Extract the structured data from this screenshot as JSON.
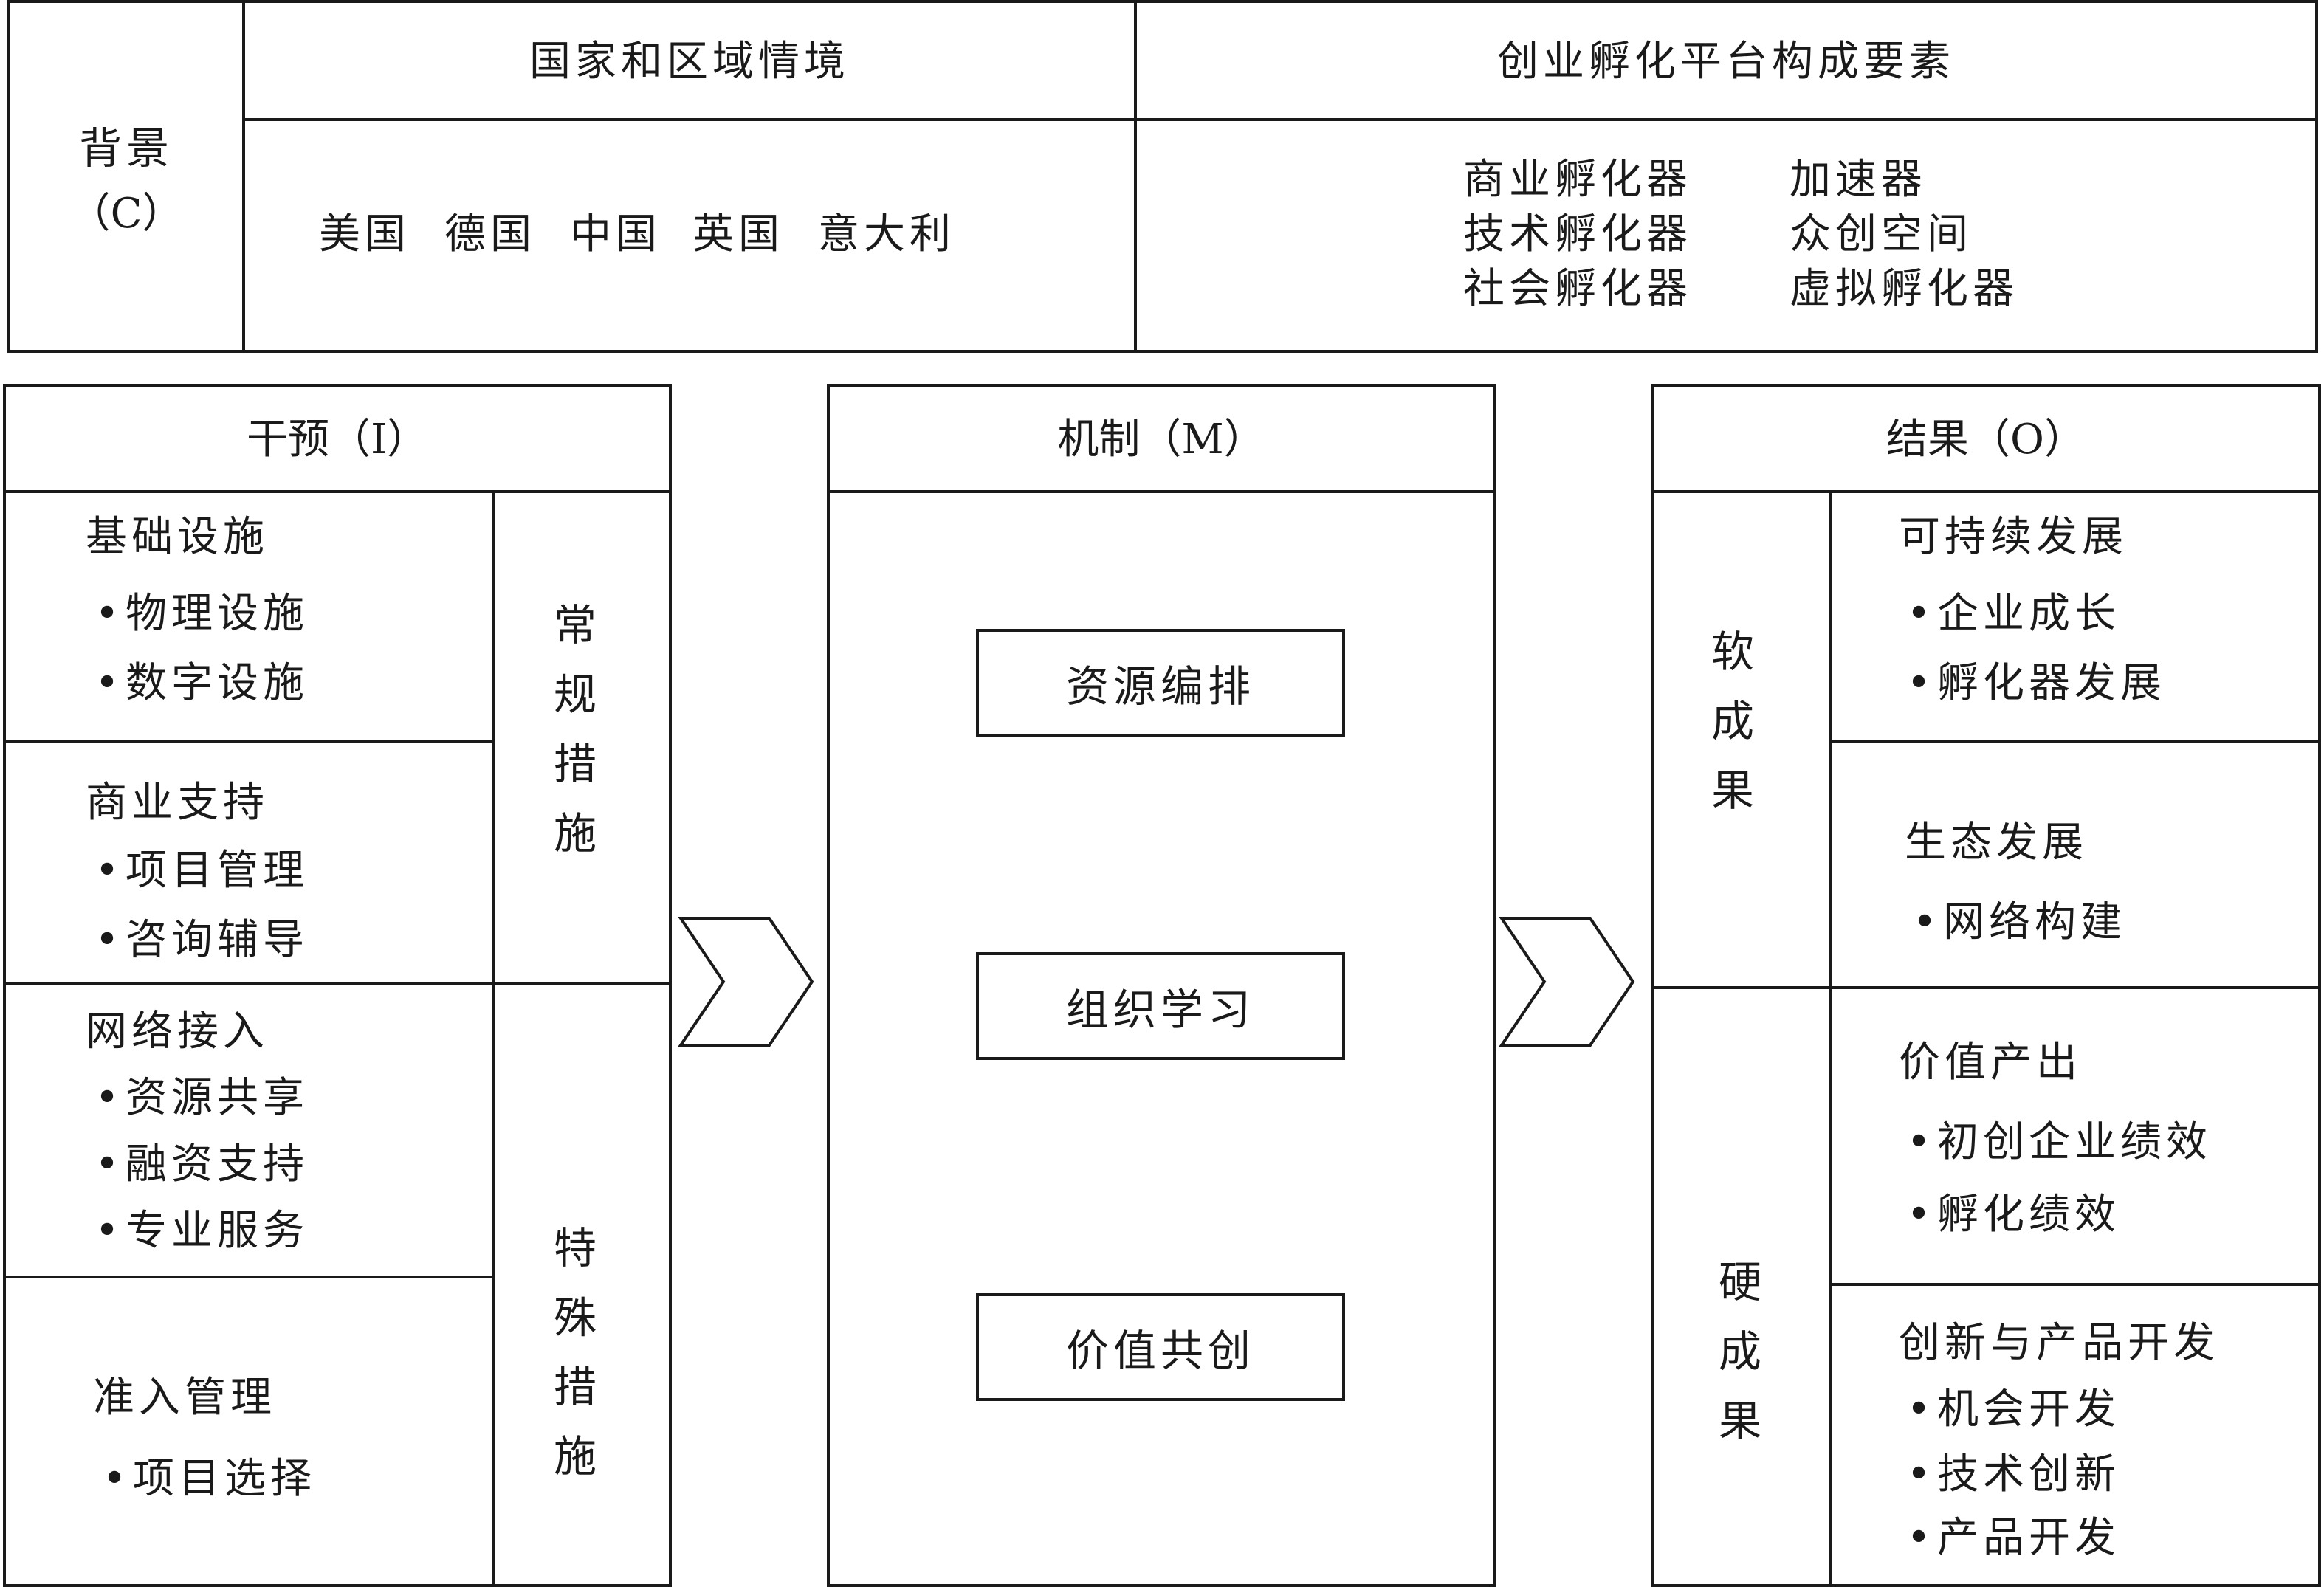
{
  "header": {
    "context_label": "背景",
    "context_code": "（C）",
    "country_heading": "国家和区域情境",
    "platform_heading": "创业孵化平台构成要素"
  },
  "context_values": {
    "countries": [
      "美国",
      "德国",
      "中国",
      "英国",
      "意大利"
    ]
  },
  "platform_types": {
    "left": [
      "商业孵化器",
      "技术孵化器",
      "社会孵化器"
    ],
    "right": [
      "加速器",
      "众创空间",
      "虚拟孵化器"
    ]
  },
  "intervention": {
    "title": "干预（I）",
    "groups": [
      {
        "title": "基础设施",
        "items": [
          "物理设施",
          "数字设施"
        ]
      },
      {
        "title": "商业支持",
        "items": [
          "项目管理",
          "咨询辅导"
        ]
      },
      {
        "title": "网络接入",
        "items": [
          "资源共享",
          "融资支持",
          "专业服务"
        ]
      },
      {
        "title": "准入管理",
        "items": [
          "项目选择"
        ]
      }
    ],
    "regular_label": "常规措施",
    "special_label": "特殊措施",
    "bullet_symbol": "•"
  },
  "mechanism": {
    "title": "机制（M）",
    "items": [
      "资源编排",
      "组织学习",
      "价值共创"
    ]
  },
  "outcome": {
    "title": "结果（O）",
    "soft_label": "软成果",
    "hard_label": "硬成果",
    "groups": [
      {
        "title": "可持续发展",
        "items": [
          "企业成长",
          "孵化器发展"
        ]
      },
      {
        "title": "生态发展",
        "items": [
          "网络构建"
        ]
      },
      {
        "title": "价值产出",
        "items": [
          "初创企业绩效",
          "孵化绩效"
        ]
      },
      {
        "title": "创新与产品开发",
        "items": [
          "机会开发",
          "技术创新",
          "产品开发"
        ]
      }
    ]
  }
}
